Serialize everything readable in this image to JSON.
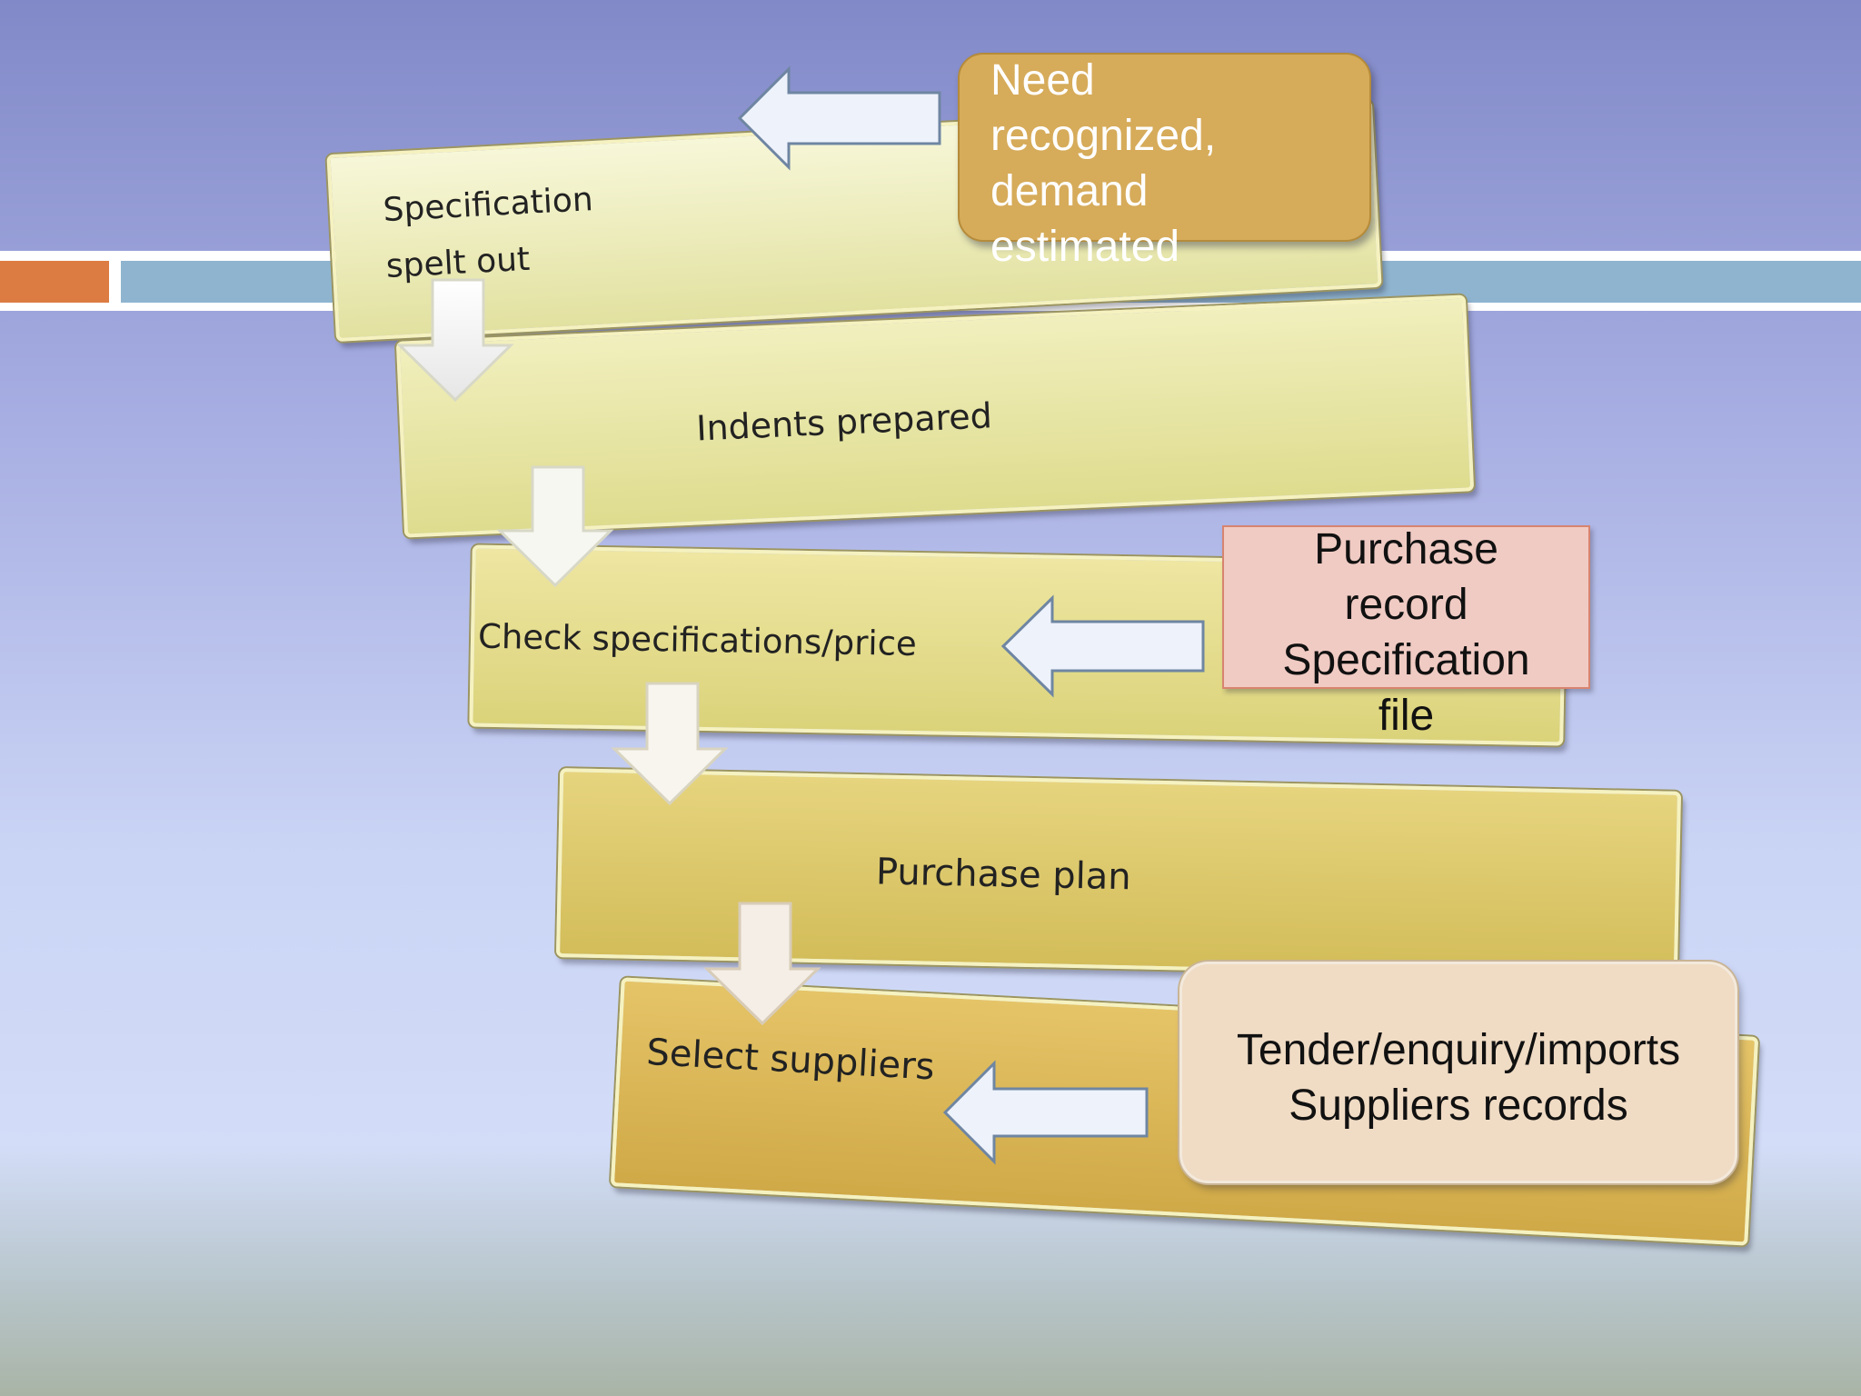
{
  "steps": [
    {
      "id": "specification",
      "label": "Specification spelt out"
    },
    {
      "id": "indents",
      "label": "Indents prepared"
    },
    {
      "id": "check",
      "label": "Check specifications/price"
    },
    {
      "id": "plan",
      "label": "Purchase plan"
    },
    {
      "id": "suppliers",
      "label": "Select suppliers"
    }
  ],
  "callouts": {
    "need": [
      "Need",
      "recognized,",
      "demand",
      "estimated"
    ],
    "purchase_record": [
      "Purchase",
      "record",
      "Specification",
      "file"
    ],
    "tender": [
      "Tender/enquiry/imports",
      "Suppliers records"
    ]
  },
  "colors": {
    "accent_orange": "#dc7c42",
    "accent_blue": "#8fb4cf",
    "callout_gold": "#d6ab5a",
    "callout_pink": "#f0cbc3",
    "callout_beige": "#f0dbc4",
    "arrow_fill": "#eef2fb",
    "arrow_stroke": "#6f86a2"
  },
  "icons": {
    "left_arrow": "arrow-left-icon",
    "down_arrow": "arrow-down-icon"
  }
}
